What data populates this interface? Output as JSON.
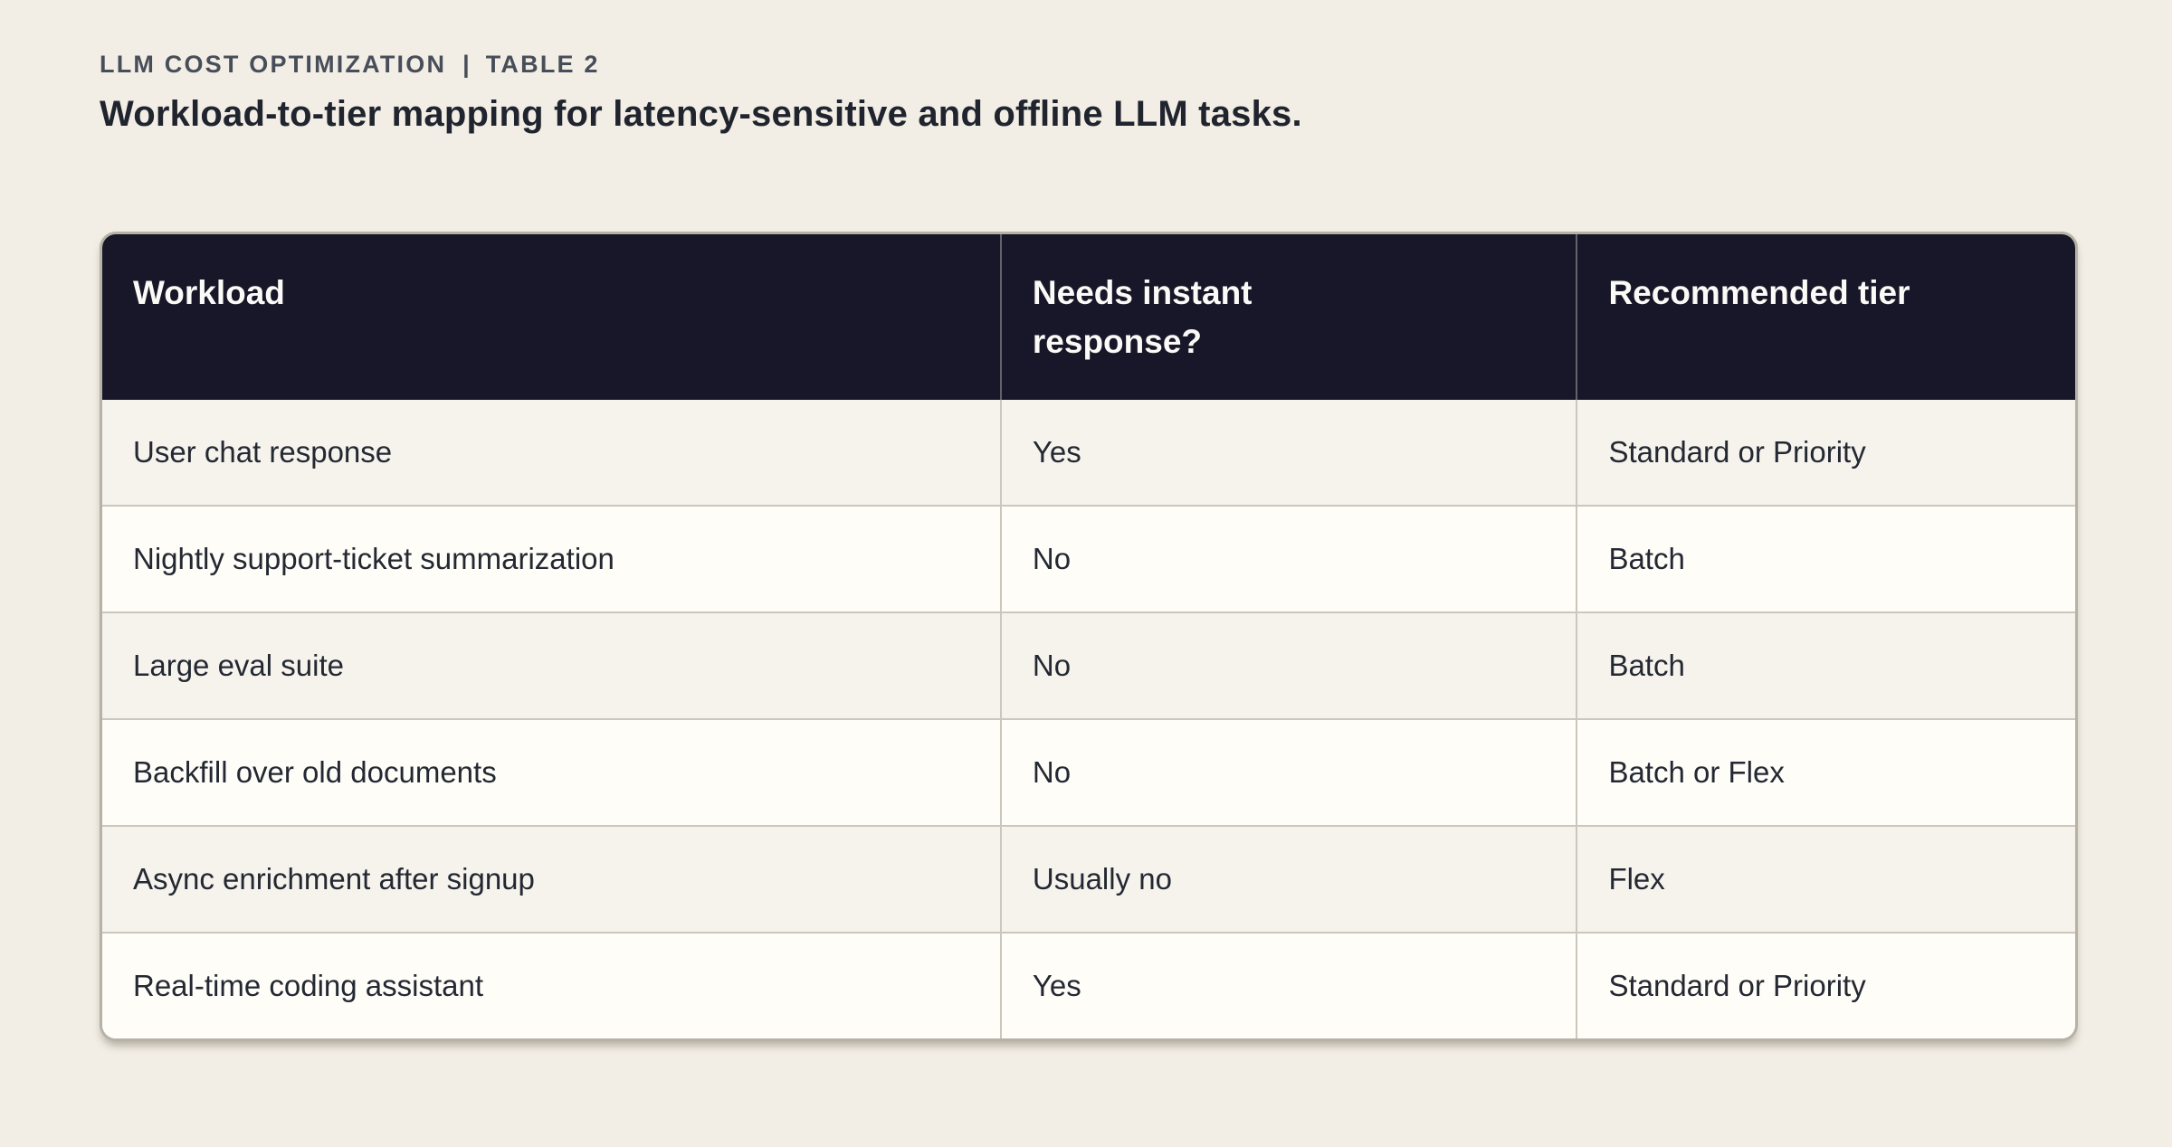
{
  "page": {
    "eyebrow": {
      "category": "LLM COST OPTIMIZATION",
      "separator": "|",
      "table_label": "TABLE 2"
    },
    "title": "Workload-to-tier mapping for latency-sensitive and offline LLM tasks."
  },
  "colors": {
    "page_background": "#f2eee5",
    "header_background": "#171729",
    "header_text": "#fbfaf6",
    "row_odd_background": "#fffdf8",
    "row_even_background": "#f6f3ed",
    "divider": "#cbc7bd",
    "outer_border": "#b7b2a8",
    "eyebrow_text": "#484e59",
    "title_text": "#20242e",
    "body_text": "#232832"
  },
  "table": {
    "columns": [
      {
        "label": "Workload"
      },
      {
        "label": "Needs instant response?"
      },
      {
        "label": "Recommended tier"
      }
    ],
    "rows": [
      {
        "workload": "User chat response",
        "needs_instant": "Yes",
        "tier": "Standard or Priority"
      },
      {
        "workload": "Nightly support-ticket summarization",
        "needs_instant": "No",
        "tier": "Batch"
      },
      {
        "workload": "Large eval suite",
        "needs_instant": "No",
        "tier": "Batch"
      },
      {
        "workload": "Backfill over old documents",
        "needs_instant": "No",
        "tier": "Batch or Flex"
      },
      {
        "workload": "Async enrichment after signup",
        "needs_instant": "Usually no",
        "tier": "Flex"
      },
      {
        "workload": "Real-time coding assistant",
        "needs_instant": "Yes",
        "tier": "Standard or Priority"
      }
    ]
  }
}
